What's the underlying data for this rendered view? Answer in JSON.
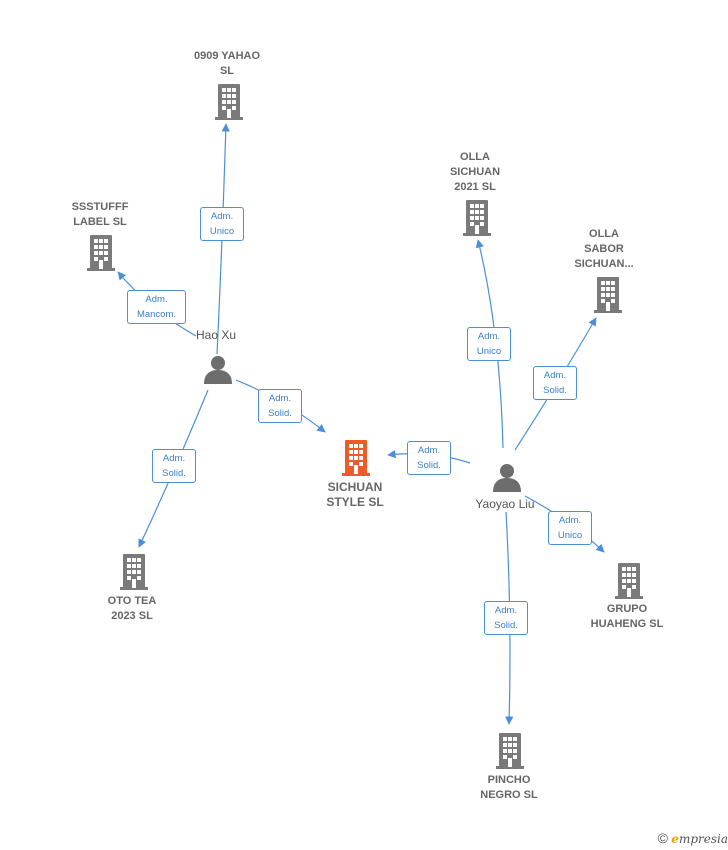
{
  "companies": [
    {
      "id": "sichuan",
      "label": "SICHUAN\nSTYLE  SL",
      "main": true
    },
    {
      "id": "yahao",
      "label": "0909 YAHAO\nSL"
    },
    {
      "id": "ssstuff",
      "label": "SSSTUFFF\nLABEL  SL"
    },
    {
      "id": "olla2021",
      "label": "OLLA\nSICHUAN\n2021  SL"
    },
    {
      "id": "ollasabor",
      "label": "OLLA\nSABOR\nSICHUAN..."
    },
    {
      "id": "ototea",
      "label": "OTO TEA\n2023  SL"
    },
    {
      "id": "grupo",
      "label": "GRUPO\nHUAHENG  SL"
    },
    {
      "id": "pincho",
      "label": "PINCHO\nNEGRO  SL"
    }
  ],
  "persons": [
    {
      "id": "haoxu",
      "label": "Hao Xu"
    },
    {
      "id": "yaoyao",
      "label": "Yaoyao Liu"
    }
  ],
  "relations": [
    {
      "id": "r1",
      "label": "Adm.\nUnico"
    },
    {
      "id": "r2",
      "label": "Adm.\nMancom."
    },
    {
      "id": "r3",
      "label": "Adm.\nSolid."
    },
    {
      "id": "r4",
      "label": "Adm.\nSolid."
    },
    {
      "id": "r5",
      "label": "Adm.\nSolid."
    },
    {
      "id": "r6",
      "label": "Adm.\nUnico"
    },
    {
      "id": "r7",
      "label": "Adm.\nSolid."
    },
    {
      "id": "r8",
      "label": "Adm.\nUnico"
    },
    {
      "id": "r9",
      "label": "Adm.\nSolid."
    }
  ],
  "colors": {
    "edge": "#4a90d9",
    "building": "#7a7a7a",
    "main_building": "#f05a28",
    "person": "#6d6d6d"
  },
  "footer": {
    "copyright": "©",
    "brand_initial": "e",
    "brand_rest": "mpresia"
  }
}
